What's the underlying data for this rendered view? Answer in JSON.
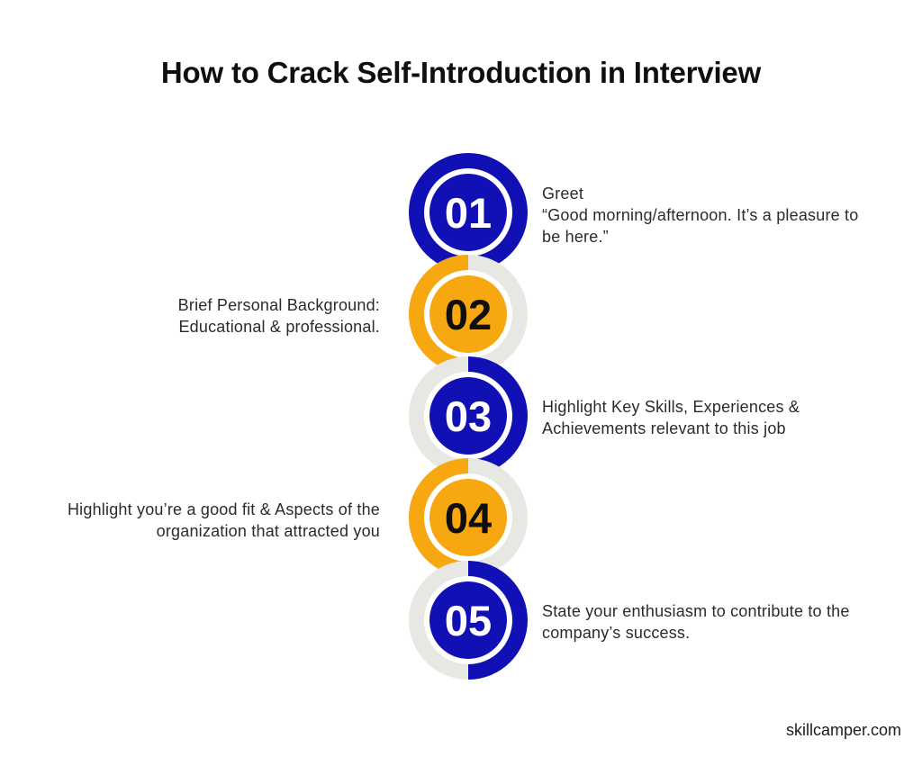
{
  "title": "How to Crack Self-Introduction in Interview",
  "colors": {
    "navy": "#1010b4",
    "orange": "#f7a70f",
    "gray_ring": "#e7e7e3",
    "white": "#ffffff"
  },
  "steps": [
    {
      "number": "01",
      "color": "navy",
      "side": "right",
      "lines": [
        "Greet",
        "“Good morning/afternoon. It’s a pleasure to",
        "be here.”"
      ]
    },
    {
      "number": "02",
      "color": "orange",
      "side": "left",
      "lines": [
        "Brief Personal Background:",
        "Educational & professional."
      ]
    },
    {
      "number": "03",
      "color": "navy",
      "side": "right",
      "lines": [
        "Highlight Key Skills, Experiences &",
        "Achievements relevant to this job"
      ]
    },
    {
      "number": "04",
      "color": "orange",
      "side": "left",
      "lines": [
        "Highlight you’re a good fit & Aspects of the",
        "organization that attracted you"
      ]
    },
    {
      "number": "05",
      "color": "navy",
      "side": "right",
      "lines": [
        "State your enthusiasm to contribute to the",
        "company’s success."
      ]
    }
  ],
  "footer": "skillcamper.com"
}
